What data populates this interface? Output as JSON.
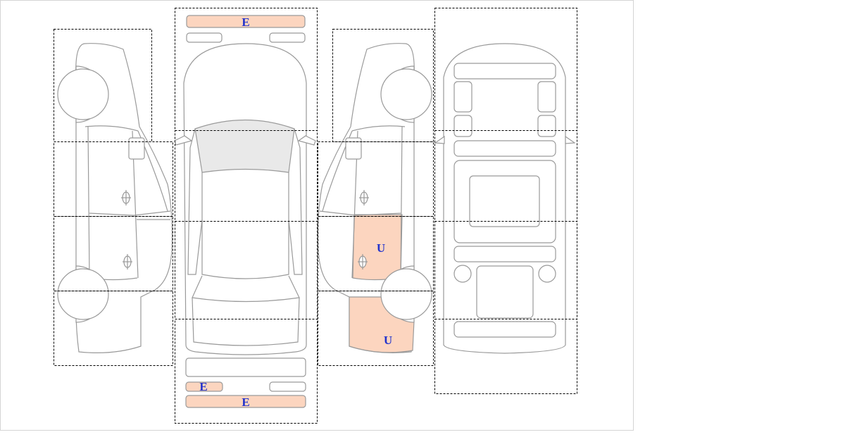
{
  "diagram": {
    "damage_marks": {
      "front_bumper": {
        "code": "E"
      },
      "rear_small_left": {
        "code": "E"
      },
      "rear_bumper": {
        "code": "E"
      },
      "right_rear_door": {
        "code": "U"
      },
      "right_rear_quarter": {
        "code": "U"
      }
    },
    "colors": {
      "damage_fill": "#fcd5bf",
      "code_text": "#2233cc",
      "outline": "#9a9a9a",
      "windshield": "#e9e9e9"
    }
  }
}
